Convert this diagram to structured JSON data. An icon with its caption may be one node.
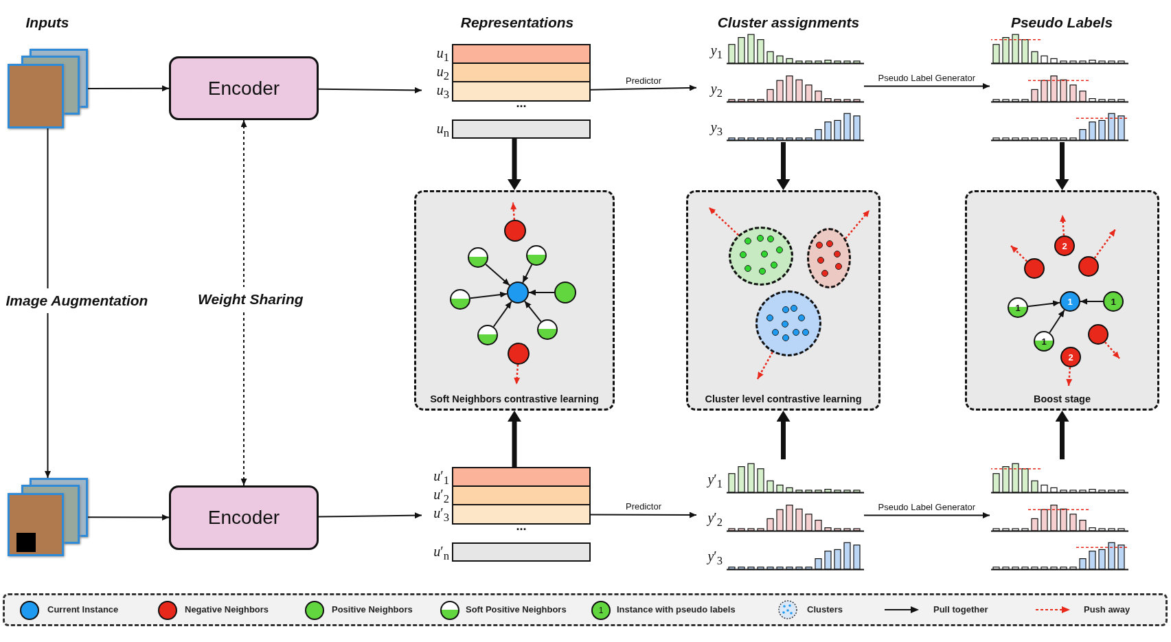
{
  "diagram": {
    "nodes": [
      {
        "text": [],
        "shape": "picture"
      },
      {
        "text": [
          "Encoder"
        ]
      },
      {
        "text": [
          "*u*$_{1}$",
          "*u*$_{2}$",
          "*u*$_{3}$",
          "...",
          "*u*$_{n}$"
        ]
      },
      {
        "text": [
          "*y*$_{1}$",
          "*y*$_{2}$",
          "*y*$_{3}$"
        ]
      },
      {
        "text": [],
        "shape": "picture"
      },
      {
        "text": [
          "Soft Neighbors contrastive learning"
        ]
      },
      {
        "text": [],
        "shape": "circle",
        "in": 5
      },
      {
        "text": [],
        "shape": "circle",
        "in": 5
      },
      {
        "text": [],
        "shape": "circle",
        "in": 5
      },
      {
        "text": [],
        "shape": "circle",
        "in": 5
      },
      {
        "text": [],
        "shape": "circle",
        "in": 5
      },
      {
        "text": [],
        "shape": "circle",
        "in": 5
      },
      {
        "text": [],
        "shape": "circle",
        "in": 5
      },
      {
        "text": [],
        "shape": "circle",
        "in": 5
      },
      {
        "text": [],
        "shape": "circle",
        "in": 5
      },
      {
        "text": [
          "Cluster level contrastive learning"
        ]
      },
      {
        "text": [],
        "shape": "circle",
        "in": 15
      },
      {
        "text": [],
        "shape": "circle",
        "in": 15
      },
      {
        "text": [],
        "shape": "circle",
        "in": 15
      },
      {
        "text": [
          "Boost stage"
        ]
      },
      {
        "text": [
          "2"
        ],
        "in": 19
      },
      {
        "text": [],
        "shape": "circle",
        "in": 19
      },
      {
        "text": [],
        "shape": "circle",
        "in": 19
      },
      {
        "text": [
          "1"
        ],
        "in": 19
      },
      {
        "text": [
          "1"
        ],
        "in": 19
      },
      {
        "text": [
          "1"
        ],
        "in": 19
      },
      {
        "text": [
          "1"
        ],
        "in": 19
      },
      {
        "text": [],
        "shape": "circle",
        "in": 19
      },
      {
        "text": [
          "2"
        ],
        "in": 19
      },
      {
        "text": [],
        "shape": "picture"
      },
      {
        "text": [
          "Encoder"
        ]
      },
      {
        "text": [
          "*u*′$_{1}$",
          "*u*′$_{2}$",
          "*u*′$_{3}$",
          "...",
          "*u*′$_{n}$"
        ]
      },
      {
        "text": [
          "*y*′$_{1}$",
          "*y*′$_{2}$",
          "*y*′$_{3}$"
        ]
      },
      {
        "text": [],
        "shape": "picture"
      }
    ],
    "edges": [
      {
        "from": 0,
        "to": 1,
        "arrow": "to"
      },
      {
        "from": 1,
        "to": 2,
        "arrow": "to"
      },
      {
        "from": 2,
        "to": 3,
        "arrow": "to",
        "label": "Predictor"
      },
      {
        "from": 3,
        "to": 4,
        "arrow": "to",
        "label": "Pseudo Label Generator"
      },
      {
        "from": 0,
        "to": 29,
        "arrow": "to",
        "label": "Image Augmentation"
      },
      {
        "from": 1,
        "to": 30,
        "arrow": "both",
        "label": "Weight Sharing",
        "style": "dashed"
      },
      {
        "from": 29,
        "to": 30,
        "arrow": "to"
      },
      {
        "from": 30,
        "to": 31,
        "arrow": "to"
      },
      {
        "from": 31,
        "to": 32,
        "arrow": "to",
        "label": "Predictor"
      },
      {
        "from": 32,
        "to": 33,
        "arrow": "to",
        "label": "Pseudo Label Generator"
      },
      {
        "from": 2,
        "to": 5,
        "arrow": "to",
        "style": "thick"
      },
      {
        "from": 3,
        "to": 15,
        "arrow": "to",
        "style": "thick"
      },
      {
        "from": 4,
        "to": 19,
        "arrow": "to",
        "style": "thick"
      },
      {
        "from": 31,
        "to": 5,
        "arrow": "to",
        "style": "thick"
      },
      {
        "from": 32,
        "to": 15,
        "arrow": "to",
        "style": "thick"
      },
      {
        "from": 33,
        "to": 19,
        "arrow": "to",
        "style": "thick"
      },
      {
        "from": 8,
        "to": 6,
        "arrow": "to"
      },
      {
        "from": 9,
        "to": 6,
        "arrow": "to"
      },
      {
        "from": 10,
        "to": 6,
        "arrow": "to"
      },
      {
        "from": 11,
        "to": 6,
        "arrow": "to"
      },
      {
        "from": 12,
        "to": 6,
        "arrow": "to"
      },
      {
        "from": 13,
        "to": 6,
        "arrow": "to"
      },
      {
        "from": 7,
        "to": null,
        "arrow": "to",
        "style": "dashed",
        "color": "#e8281b"
      },
      {
        "from": 14,
        "to": null,
        "arrow": "to",
        "style": "dashed",
        "color": "#e8281b"
      },
      {
        "from": 16,
        "to": null,
        "arrow": "to",
        "style": "dashed",
        "color": "#e8281b"
      },
      {
        "from": 17,
        "to": null,
        "arrow": "to",
        "style": "dashed",
        "color": "#e8281b"
      },
      {
        "from": 18,
        "to": null,
        "arrow": "to",
        "style": "dashed",
        "color": "#e8281b"
      },
      {
        "from": 23,
        "to": 24,
        "arrow": "to"
      },
      {
        "from": 26,
        "to": 24,
        "arrow": "to"
      },
      {
        "from": 25,
        "to": 24,
        "arrow": "to"
      },
      {
        "from": 20,
        "to": null,
        "arrow": "to",
        "style": "dashed",
        "color": "#e8281b"
      },
      {
        "from": 21,
        "to": null,
        "arrow": "to",
        "style": "dashed",
        "color": "#e8281b"
      },
      {
        "from": 22,
        "to": null,
        "arrow": "to",
        "style": "dashed",
        "color": "#e8281b"
      },
      {
        "from": 27,
        "to": null,
        "arrow": "to",
        "style": "dashed",
        "color": "#e8281b"
      },
      {
        "from": 28,
        "to": null,
        "arrow": "to",
        "style": "dashed",
        "color": "#e8281b"
      }
    ],
    "labels": [
      "Inputs",
      "Representations",
      "Cluster assignments",
      "Pseudo Labels",
      "1"
    ],
    "legend": [
      {
        "text": "Current Instance",
        "color": "#1e9bf0"
      },
      {
        "text": "Negative Neighbors",
        "color": "#e8281b"
      },
      {
        "text": "Positive Neighbors",
        "color": "#62d63e"
      },
      {
        "text": "Soft Positive Neighbors"
      },
      {
        "text": "Instance with pseudo labels"
      },
      {
        "text": "Clusters"
      },
      {
        "text": "Pull together"
      },
      {
        "text": "Push away"
      }
    ]
  }
}
